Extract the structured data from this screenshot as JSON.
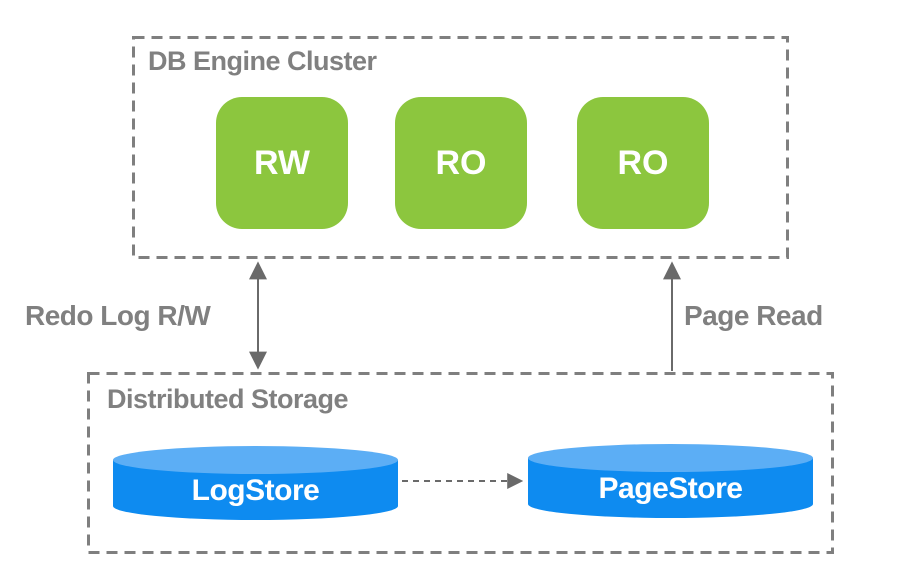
{
  "diagram": {
    "engine_cluster": {
      "title": "DB Engine Cluster",
      "nodes": [
        {
          "label": "RW"
        },
        {
          "label": "RO"
        },
        {
          "label": "RO"
        }
      ]
    },
    "storage": {
      "title": "Distributed Storage",
      "stores": [
        {
          "label": "LogStore"
        },
        {
          "label": "PageStore"
        }
      ]
    },
    "edges": {
      "redo_log": {
        "label": "Redo Log R/W",
        "direction": "bidirectional"
      },
      "page_read": {
        "label": "Page Read",
        "direction": "up"
      },
      "log_to_page": {
        "label": "",
        "direction": "right",
        "style": "dashed"
      }
    },
    "colors": {
      "node_green": "#8CC63E",
      "cylinder_blue": "#0E8BF0",
      "cylinder_top_blue": "#5CAEF5",
      "arrow_gray": "#6A6A6A",
      "text_gray": "#808080",
      "border_gray": "#7F7F7F",
      "background": "#FFFFFF"
    }
  }
}
